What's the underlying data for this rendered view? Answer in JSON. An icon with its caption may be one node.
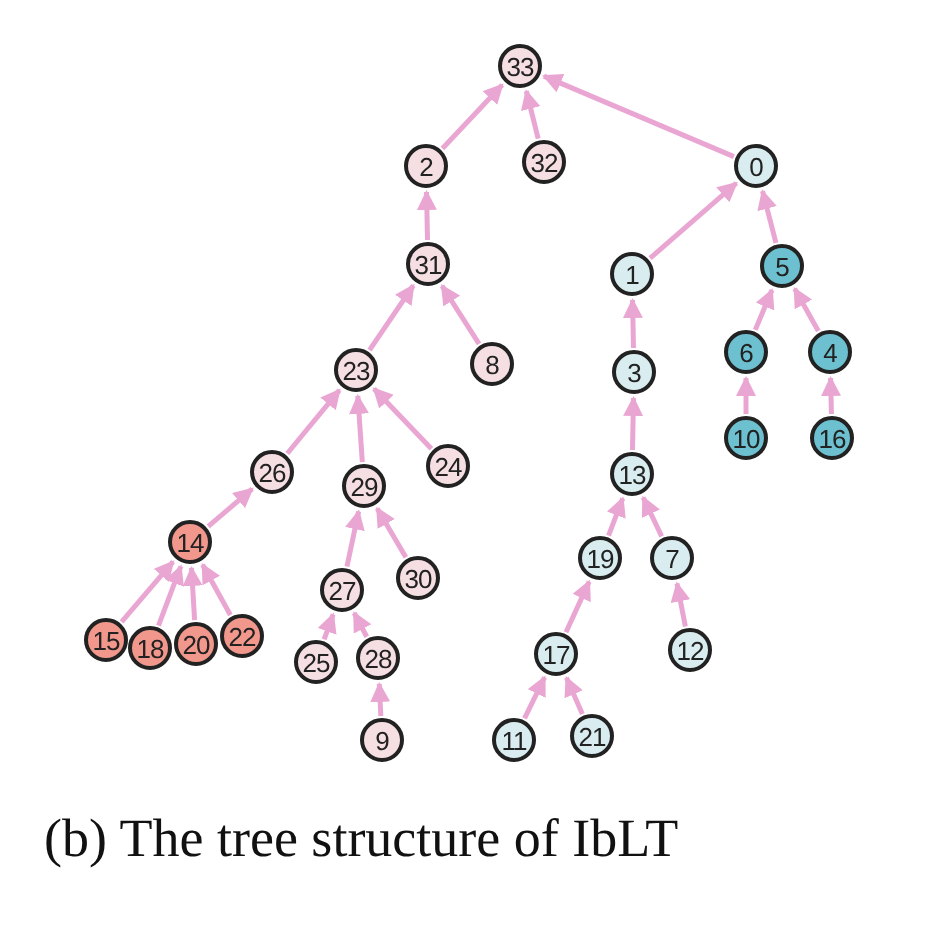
{
  "diagram": {
    "caption": "(b) The tree structure of IbLT",
    "nodes": [
      {
        "text": [
          "33"
        ]
      },
      {
        "text": [
          "2"
        ]
      },
      {
        "text": [
          "32"
        ]
      },
      {
        "text": [
          "0"
        ]
      },
      {
        "text": [
          "31"
        ]
      },
      {
        "text": [
          "1"
        ]
      },
      {
        "text": [
          "5"
        ]
      },
      {
        "text": [
          "23"
        ]
      },
      {
        "text": [
          "8"
        ]
      },
      {
        "text": [
          "3"
        ]
      },
      {
        "text": [
          "6"
        ]
      },
      {
        "text": [
          "4"
        ]
      },
      {
        "text": [
          "26"
        ]
      },
      {
        "text": [
          "29"
        ]
      },
      {
        "text": [
          "24"
        ]
      },
      {
        "text": [
          "13"
        ]
      },
      {
        "text": [
          "10"
        ]
      },
      {
        "text": [
          "16"
        ]
      },
      {
        "text": [
          "14"
        ]
      },
      {
        "text": [
          "27"
        ]
      },
      {
        "text": [
          "30"
        ]
      },
      {
        "text": [
          "19"
        ]
      },
      {
        "text": [
          "7"
        ]
      },
      {
        "text": [
          "15"
        ]
      },
      {
        "text": [
          "18"
        ]
      },
      {
        "text": [
          "20"
        ]
      },
      {
        "text": [
          "22"
        ]
      },
      {
        "text": [
          "25"
        ]
      },
      {
        "text": [
          "28"
        ]
      },
      {
        "text": [
          "17"
        ]
      },
      {
        "text": [
          "12"
        ]
      },
      {
        "text": [
          "9"
        ]
      },
      {
        "text": [
          "11"
        ]
      },
      {
        "text": [
          "21"
        ]
      }
    ],
    "edges": [
      {
        "from": 1,
        "to": 0,
        "arrow": "to"
      },
      {
        "from": 2,
        "to": 0,
        "arrow": "to"
      },
      {
        "from": 3,
        "to": 0,
        "arrow": "to"
      },
      {
        "from": 4,
        "to": 1,
        "arrow": "to"
      },
      {
        "from": 7,
        "to": 4,
        "arrow": "to"
      },
      {
        "from": 8,
        "to": 4,
        "arrow": "to"
      },
      {
        "from": 5,
        "to": 3,
        "arrow": "to"
      },
      {
        "from": 6,
        "to": 3,
        "arrow": "to"
      },
      {
        "from": 9,
        "to": 5,
        "arrow": "to"
      },
      {
        "from": 10,
        "to": 6,
        "arrow": "to"
      },
      {
        "from": 11,
        "to": 6,
        "arrow": "to"
      },
      {
        "from": 12,
        "to": 7,
        "arrow": "to"
      },
      {
        "from": 13,
        "to": 7,
        "arrow": "to"
      },
      {
        "from": 14,
        "to": 7,
        "arrow": "to"
      },
      {
        "from": 15,
        "to": 9,
        "arrow": "to"
      },
      {
        "from": 16,
        "to": 10,
        "arrow": "to"
      },
      {
        "from": 17,
        "to": 11,
        "arrow": "to"
      },
      {
        "from": 18,
        "to": 12,
        "arrow": "to"
      },
      {
        "from": 19,
        "to": 13,
        "arrow": "to"
      },
      {
        "from": 20,
        "to": 13,
        "arrow": "to"
      },
      {
        "from": 21,
        "to": 15,
        "arrow": "to"
      },
      {
        "from": 22,
        "to": 15,
        "arrow": "to"
      },
      {
        "from": 23,
        "to": 18,
        "arrow": "to"
      },
      {
        "from": 24,
        "to": 18,
        "arrow": "to"
      },
      {
        "from": 25,
        "to": 18,
        "arrow": "to"
      },
      {
        "from": 26,
        "to": 18,
        "arrow": "to"
      },
      {
        "from": 27,
        "to": 19,
        "arrow": "to"
      },
      {
        "from": 28,
        "to": 19,
        "arrow": "to"
      },
      {
        "from": 29,
        "to": 21,
        "arrow": "to"
      },
      {
        "from": 30,
        "to": 22,
        "arrow": "to"
      },
      {
        "from": 31,
        "to": 28,
        "arrow": "to"
      },
      {
        "from": 32,
        "to": 29,
        "arrow": "to"
      },
      {
        "from": 33,
        "to": 29,
        "arrow": "to"
      }
    ]
  }
}
